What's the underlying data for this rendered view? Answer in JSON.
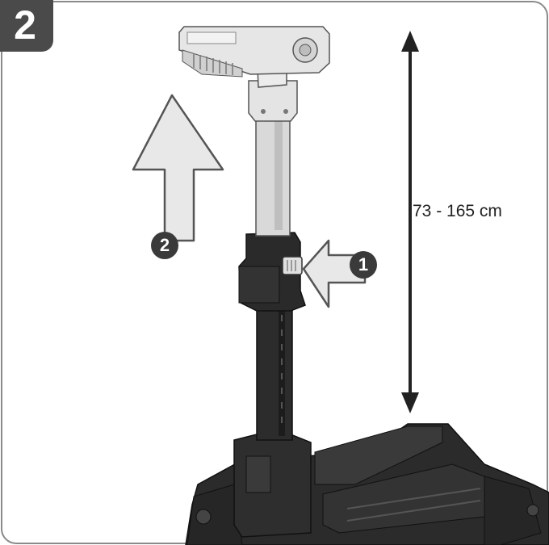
{
  "step": {
    "number": "2"
  },
  "dimension": {
    "label": "73 - 165 cm"
  },
  "callouts": [
    {
      "number": "1"
    },
    {
      "number": "2"
    }
  ],
  "colors": {
    "border": "#8a8a8a",
    "badge": "#4a4a4a",
    "arrow_fill": "#e8e8e8",
    "arrow_stroke": "#555555",
    "pole_dark": "#2a2a2a",
    "pole_light": "#d8d8d8",
    "dimension_line": "#222222"
  }
}
